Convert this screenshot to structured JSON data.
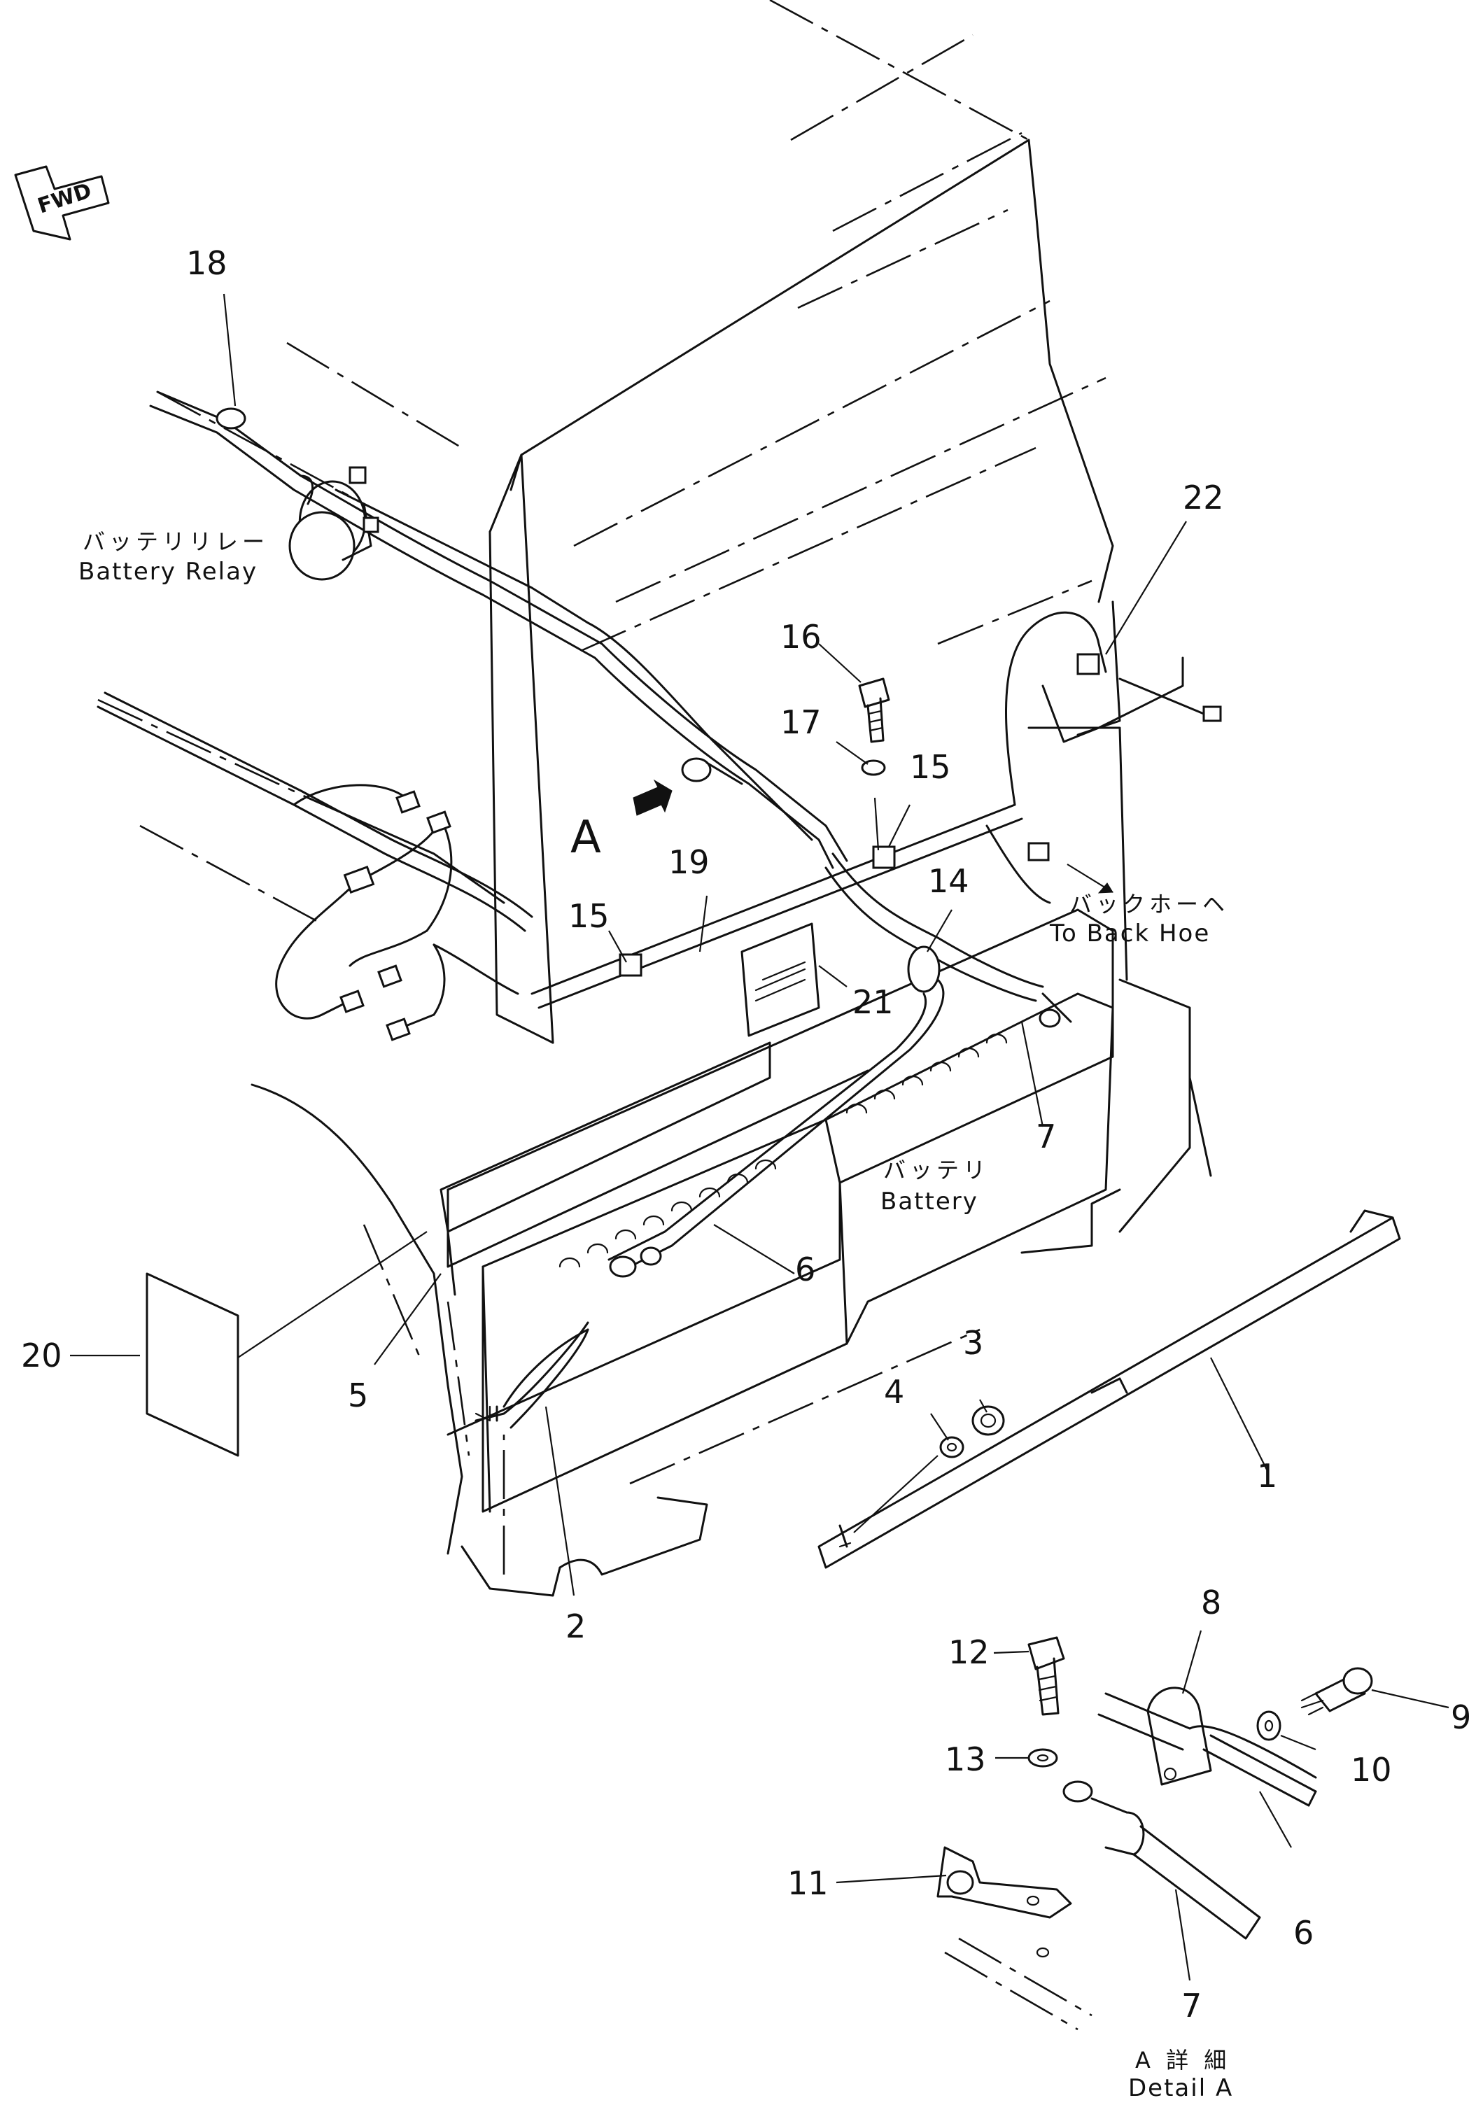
{
  "direction_marker": {
    "text": "FWD"
  },
  "view_marker": {
    "letter": "A"
  },
  "labels": {
    "battery_relay_jp": "バッテリリレー",
    "battery_relay_en": "Battery  Relay",
    "battery_jp": "バッテリ",
    "battery_en": "Battery",
    "back_hoe_jp": "バックホーヘ",
    "back_hoe_en": "To  Back  Hoe",
    "detail_jp": "A  詳  細",
    "detail_en": "Detail  A"
  },
  "callouts": [
    "1",
    "2",
    "3",
    "4",
    "5",
    "6",
    "6",
    "7",
    "7",
    "8",
    "9",
    "10",
    "11",
    "12",
    "13",
    "14",
    "15",
    "15",
    "16",
    "17",
    "18",
    "19",
    "20",
    "21",
    "22"
  ],
  "colors": {
    "ink": "#111111",
    "paper": "#ffffff"
  }
}
